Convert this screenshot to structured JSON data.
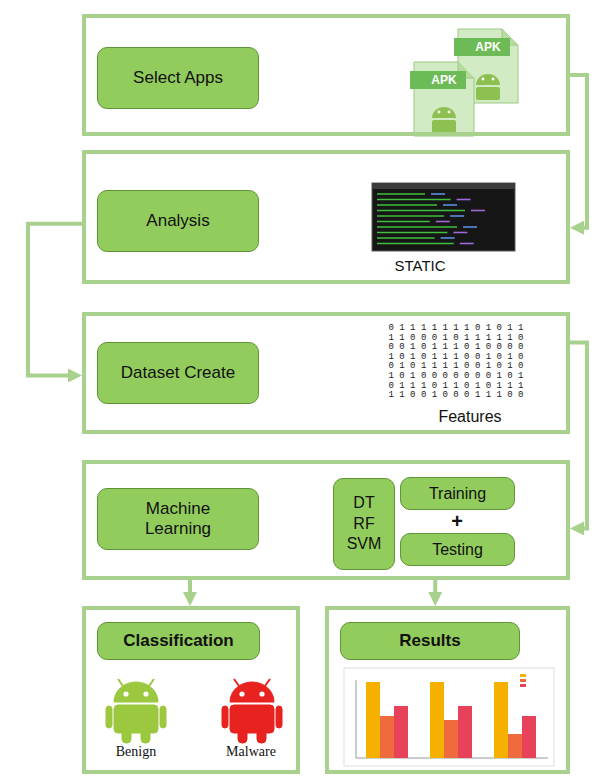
{
  "diagram": {
    "nodes": [
      {
        "text": []
      },
      {
        "text": [
          "Select Apps"
        ],
        "in": 0
      },
      {
        "text": [
          "STATIC"
        ]
      },
      {
        "text": [
          "Analysis"
        ],
        "in": 2
      },
      {
        "text": [
          "Features"
        ]
      },
      {
        "text": [
          "Dataset Create"
        ],
        "in": 4
      },
      {
        "text": []
      },
      {
        "text": [
          "Machine Learning"
        ],
        "in": 6
      },
      {
        "text": [
          "DT RF SVM"
        ],
        "in": 6
      },
      {
        "text": [
          "Training"
        ],
        "in": 6
      },
      {
        "text": [
          "Testing"
        ],
        "in": 6
      },
      {
        "text": [
          "Benign",
          "Malware"
        ]
      },
      {
        "text": [
          "Classification"
        ],
        "in": 11
      },
      {
        "text": []
      },
      {
        "text": [
          "Results"
        ],
        "in": 13
      }
    ],
    "edges": [
      {
        "from": 0,
        "to": 2,
        "arrow": "to"
      },
      {
        "from": 2,
        "to": 4,
        "arrow": "to"
      },
      {
        "from": 4,
        "to": 6,
        "arrow": "to"
      },
      {
        "from": 6,
        "to": 11,
        "arrow": "to"
      },
      {
        "from": 6,
        "to": 13,
        "arrow": "to"
      }
    ],
    "labels": [
      "APK",
      "APK",
      "+",
      "0 1 1 1 1 1 1 1 0 1 0 1 1",
      "1 1 0 0 0 1 0 1 1 1 1 1 0",
      "0 0 1 0 1 1 1 0 1 0 0 0 0",
      "1 0 1 0 1 1 1 0 0 1 0 1 0",
      "0 1 0 1 1 1 1 0 0 1 0 1 0",
      "1 0 1 0 0 0 0 0 0 0 1 0 1",
      "0 1 1 1 0 1 1 0 1 0 1 1 1",
      "1 1 0 0 1 0 0 0 1 1 1 0 0"
    ]
  }
}
